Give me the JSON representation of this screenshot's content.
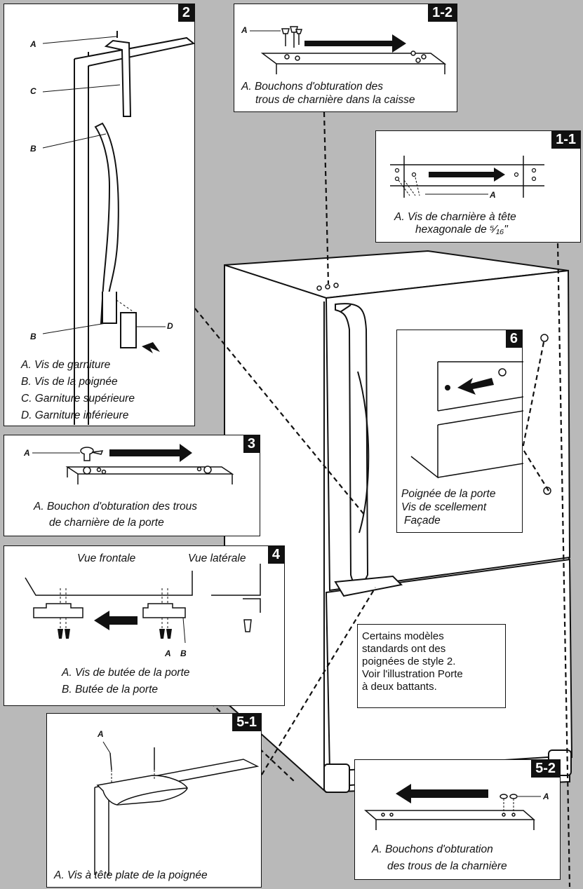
{
  "panels": {
    "p2": {
      "badge": "2",
      "labels": {
        "a": "A",
        "c": "C",
        "b1": "B",
        "b2": "B",
        "d": "D"
      },
      "captions": [
        "A. Vis de garniture",
        "B. Vis de la poignée",
        "C. Garniture supérieure",
        "D. Garniture inférieure"
      ]
    },
    "p1_2": {
      "badge": "1-2",
      "labels": {
        "a": "A"
      },
      "captions": [
        "A. Bouchons d'obturation des",
        "trous de charnière dans la caisse"
      ]
    },
    "p1_1": {
      "badge": "1-1",
      "labels": {
        "a": "A"
      },
      "captions": [
        "A. Vis de charnière à tête",
        "hexagonale de ⁵⁄₁₆\""
      ]
    },
    "p6": {
      "badge": "6",
      "captions": [
        "Poignée de la porte",
        "Vis de scellement",
        "Façade"
      ]
    },
    "p3": {
      "badge": "3",
      "labels": {
        "a": "A"
      },
      "captions": [
        "A. Bouchon d'obturation des trous",
        "de charnière de la porte"
      ]
    },
    "p4": {
      "badge": "4",
      "views": {
        "front": "Vue frontale",
        "side": "Vue latérale"
      },
      "labels": {
        "a": "A",
        "b": "B"
      },
      "captions": [
        "A. Vis de butée de la porte",
        "B. Butée de la porte"
      ]
    },
    "p5_1": {
      "badge": "5-1",
      "labels": {
        "a": "A"
      },
      "captions": [
        "A. Vis à tête plate de la poignée"
      ]
    },
    "p5_2": {
      "badge": "5-2",
      "labels": {
        "a": "A"
      },
      "captions": [
        "A. Bouchons d'obturation",
        "des trous de la charnière"
      ]
    }
  },
  "note": {
    "lines": [
      "Certains modèles",
      "standards ont des",
      "poignées de style 2.",
      "Voir l'illustration Porte",
      "à deux battants."
    ]
  },
  "colors": {
    "background": "#b9b9b9",
    "ink": "#111111",
    "panel": "#ffffff"
  }
}
